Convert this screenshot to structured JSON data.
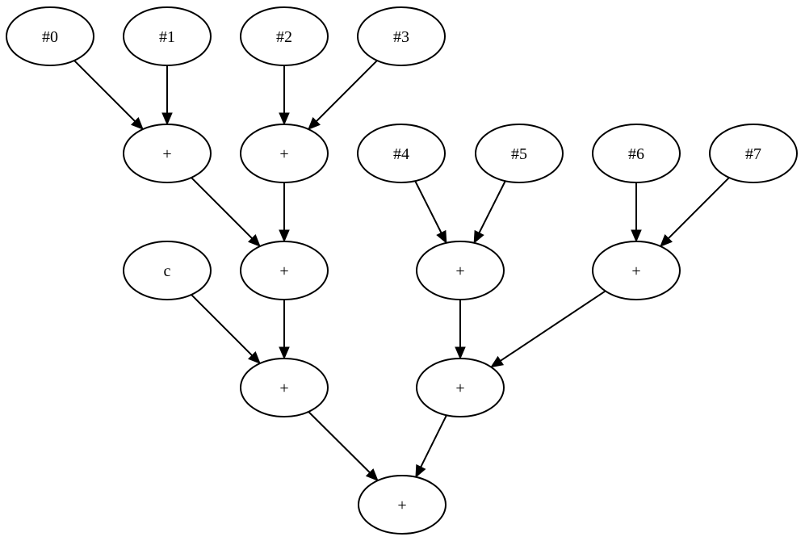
{
  "graph": {
    "type": "directed-graph",
    "nodes": [
      {
        "id": "in0",
        "label": "#0"
      },
      {
        "id": "in1",
        "label": "#1"
      },
      {
        "id": "in2",
        "label": "#2"
      },
      {
        "id": "in3",
        "label": "#3"
      },
      {
        "id": "in4",
        "label": "#4"
      },
      {
        "id": "in5",
        "label": "#5"
      },
      {
        "id": "in6",
        "label": "#6"
      },
      {
        "id": "in7",
        "label": "#7"
      },
      {
        "id": "add01",
        "label": "+"
      },
      {
        "id": "add23",
        "label": "+"
      },
      {
        "id": "const_c",
        "label": "c"
      },
      {
        "id": "add0123",
        "label": "+"
      },
      {
        "id": "add45",
        "label": "+"
      },
      {
        "id": "add67",
        "label": "+"
      },
      {
        "id": "add_c",
        "label": "+"
      },
      {
        "id": "add4567",
        "label": "+"
      },
      {
        "id": "add_root",
        "label": "+"
      }
    ],
    "edges": [
      {
        "from": "in0",
        "to": "add01"
      },
      {
        "from": "in1",
        "to": "add01"
      },
      {
        "from": "in2",
        "to": "add23"
      },
      {
        "from": "in3",
        "to": "add23"
      },
      {
        "from": "add01",
        "to": "add0123"
      },
      {
        "from": "add23",
        "to": "add0123"
      },
      {
        "from": "in4",
        "to": "add45"
      },
      {
        "from": "in5",
        "to": "add45"
      },
      {
        "from": "in6",
        "to": "add67"
      },
      {
        "from": "in7",
        "to": "add67"
      },
      {
        "from": "const_c",
        "to": "add_c"
      },
      {
        "from": "add0123",
        "to": "add_c"
      },
      {
        "from": "add45",
        "to": "add4567"
      },
      {
        "from": "add67",
        "to": "add4567"
      },
      {
        "from": "add_c",
        "to": "add_root"
      },
      {
        "from": "add4567",
        "to": "add_root"
      }
    ]
  }
}
